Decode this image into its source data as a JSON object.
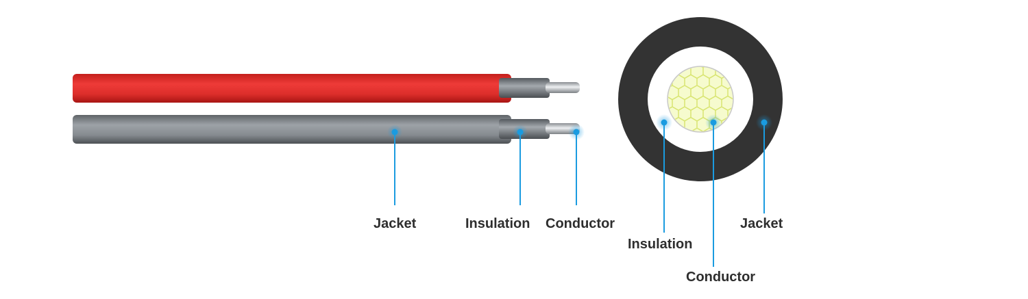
{
  "labels": {
    "side_jacket": "Jacket",
    "side_insulation": "Insulation",
    "side_conductor": "Conductor",
    "cross_insulation": "Insulation",
    "cross_conductor": "Conductor",
    "cross_jacket": "Jacket"
  },
  "colors": {
    "red_jacket": "#e0302e",
    "gray_jacket": "#8c9196",
    "insulation": "#7a8086",
    "conductor": "#c8ccd0",
    "cross_jacket": "#333333",
    "cross_conductor": "#eef79a",
    "marker": "#1a9be0",
    "text": "#2e2e2e"
  }
}
